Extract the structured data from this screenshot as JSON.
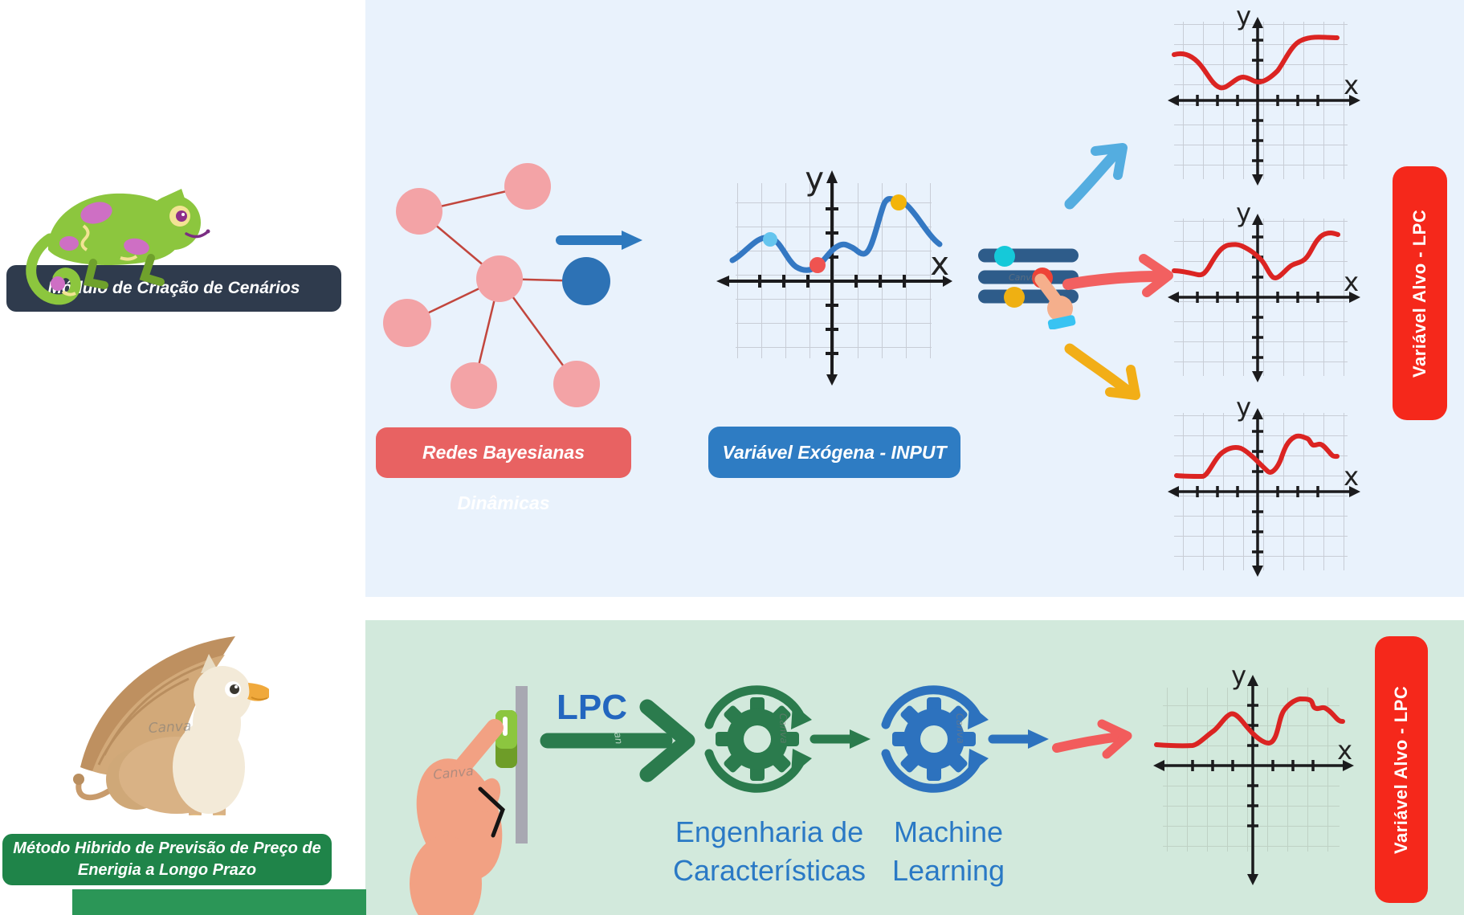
{
  "scenario_banner": {
    "label": "Módulo de Criação de Cenários"
  },
  "method_banner": {
    "line1": "Método Hibrido de Previsão de Preço de",
    "line2": "Enerigia a Longo Prazo"
  },
  "top_flow": {
    "bayesian_label": "Redes Bayesianas Dinâmicas",
    "exogenous_label": "Variável Exógena - INPUT",
    "target_label": "Variável Alvo - LPC"
  },
  "bottom_flow": {
    "lpc_label": "LPC",
    "feature_engineering": {
      "line1": "Engenharia de",
      "line2": "Características"
    },
    "machine_learning": {
      "line1": "Machine",
      "line2": "Learning"
    },
    "target_label": "Variável Alvo - LPC"
  },
  "axis": {
    "x": "x",
    "y": "y"
  },
  "watermark": {
    "brand": "Canva",
    "fragment": "an"
  },
  "colors": {
    "panel_blue": "#E9F2FC",
    "panel_green": "#D2E9DC",
    "banner_dark": "#2F3B4D",
    "banner_green": "#1F8449",
    "strip_green": "#2B9657",
    "label_red_box": "#E86262",
    "label_blue_box": "#2E7CC3",
    "target_red_box": "#F5281B",
    "node_pink": "#F3A3A6",
    "node_blue": "#2D72B5",
    "curve_blue": "#3478C3",
    "curve_red": "#DB2422",
    "arrow_blue": "#54ADE0",
    "arrow_red": "#F26060",
    "arrow_yellow": "#F2AE17",
    "gear_green": "#2B7B4D",
    "gear_blue": "#2D72BE",
    "slider_bar": "#2E5C8A",
    "knob_cyan": "#15C9D9",
    "knob_red": "#EE4337",
    "knob_yellow": "#EFB012",
    "text_blue": "#2A79C5"
  }
}
